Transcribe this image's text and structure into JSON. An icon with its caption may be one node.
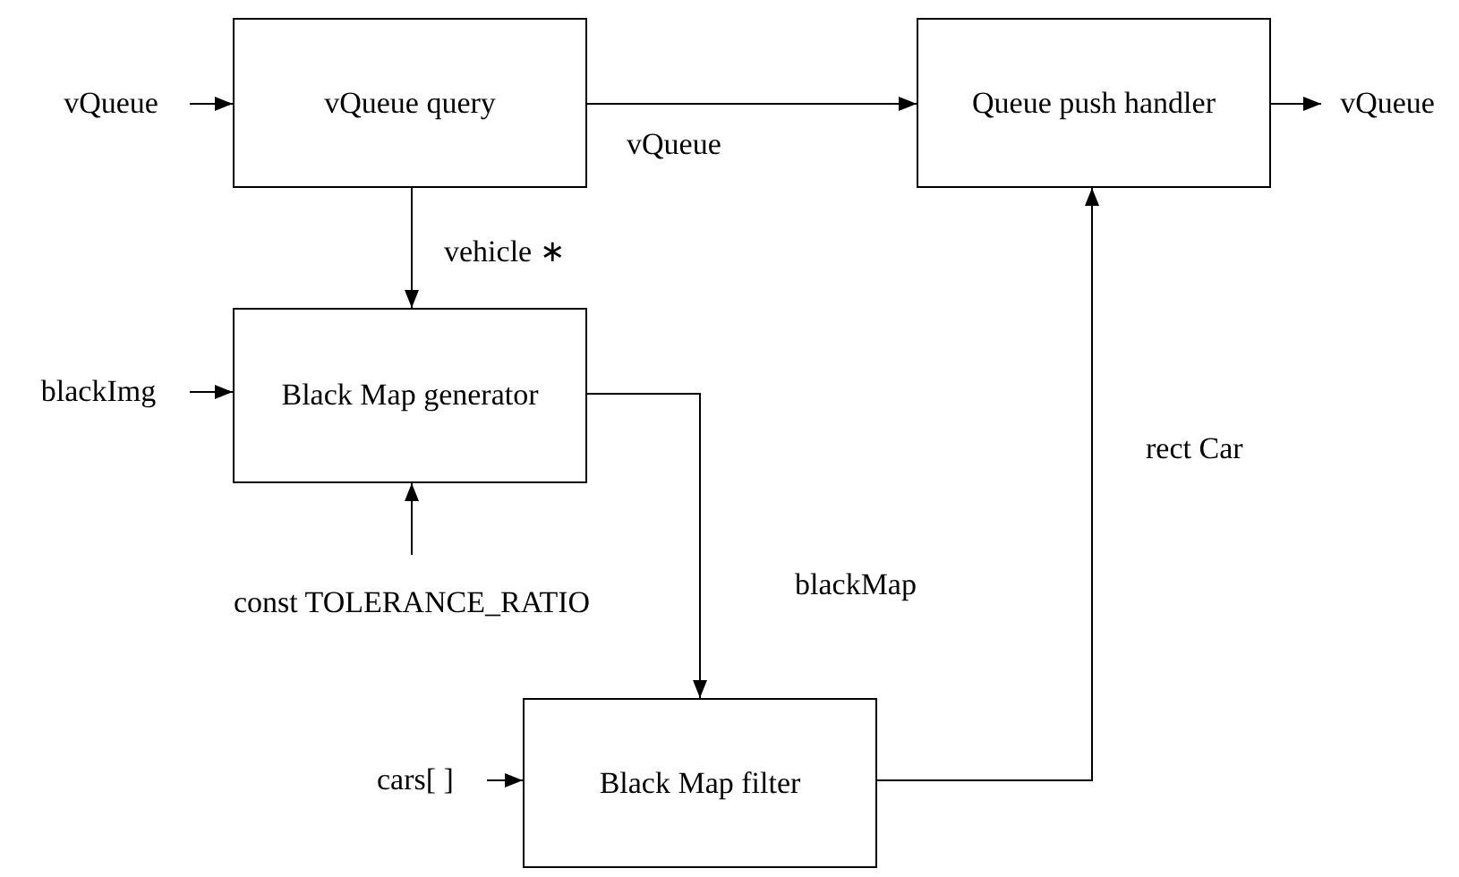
{
  "diagram": {
    "nodes": [
      {
        "text": [
          "vQueue"
        ]
      },
      {
        "text": [
          "vQueue query"
        ]
      },
      {
        "text": [
          "Queue push handler"
        ]
      },
      {
        "text": [
          "vQueue"
        ]
      },
      {
        "text": [
          "blackImg"
        ]
      },
      {
        "text": [
          "Black Map generator"
        ]
      },
      {
        "text": [
          "const TOLERANCE_RATIO"
        ]
      },
      {
        "text": [
          "cars[ ]"
        ]
      },
      {
        "text": [
          "Black Map filter"
        ]
      }
    ],
    "edges": [
      {
        "from": 0,
        "to": 1,
        "arrow": "to"
      },
      {
        "from": 1,
        "to": 2,
        "arrow": "to",
        "label": "vQueue"
      },
      {
        "from": 2,
        "to": 3,
        "arrow": "to"
      },
      {
        "from": 1,
        "to": 5,
        "arrow": "to",
        "label": "vehicle ∗"
      },
      {
        "from": 4,
        "to": 5,
        "arrow": "to"
      },
      {
        "from": 6,
        "to": 5,
        "arrow": "to"
      },
      {
        "from": 5,
        "to": 8,
        "arrow": "to",
        "label": "blackMap"
      },
      {
        "from": 7,
        "to": 8,
        "arrow": "to"
      },
      {
        "from": 8,
        "to": 2,
        "arrow": "to",
        "label": "rect Car"
      }
    ]
  }
}
